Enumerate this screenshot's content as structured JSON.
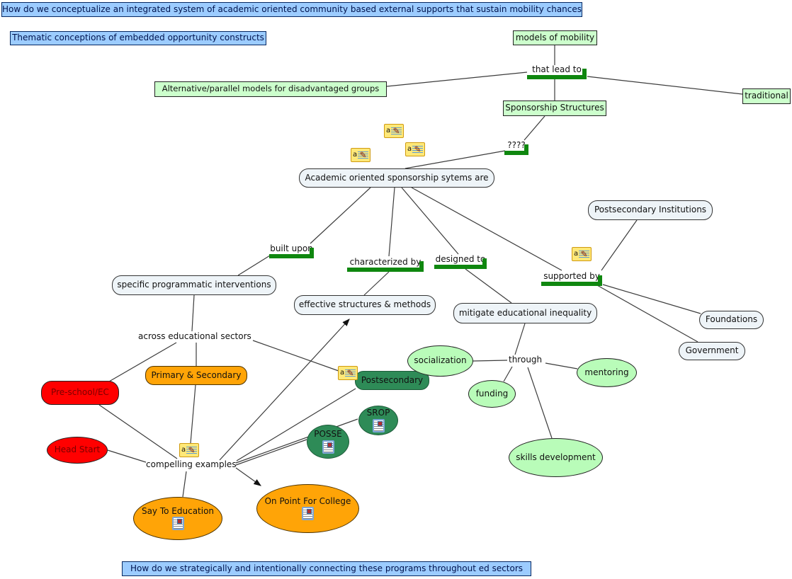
{
  "banners": {
    "top": "How do we conceptualize an integrated system of academic oriented community based external supports that sustain mobility chances",
    "bottom": "How do we strategically and intentionally connecting these programs throughout ed sectors"
  },
  "nodes": {
    "thematic": "Thematic conceptions of embedded opportunity constructs",
    "models_of_mobility": "models of mobility",
    "alternative": "Alternative/parallel models for disadvantaged groups",
    "traditional": "traditional",
    "sponsorship_structures": "Sponsorship Structures",
    "academic": "Academic oriented sponsorship sytems are",
    "postsecondary_institutions": "Postsecondary Institutions",
    "specific_programmatic": "specific programmatic interventions",
    "effective_structures": "effective structures & methods",
    "mitigate": "mitigate educational inequality",
    "foundations": "Foundations",
    "government": "Government",
    "pre_school": "Pre-school/EC",
    "primary_secondary": "Primary & Secondary",
    "head_start": "Head Start",
    "postsecondary": "Postsecondary",
    "srop": "SROP",
    "posse": "POSSE",
    "socialization": "socialization",
    "funding": "funding",
    "mentoring": "mentoring",
    "skills_development": "skills development",
    "say_to_education": "Say To Education",
    "on_point": "On Point For College"
  },
  "linking_phrases": {
    "that_lead_to": "that lead to",
    "unknown": "????",
    "built_upon": "built upon",
    "characterized_by": "characterized by",
    "designed_to": "designed to",
    "supported_by": "supported by",
    "across_sectors": "across educational sectors",
    "compelling_examples": "compelling examples",
    "through": "through"
  },
  "icons": {
    "annotation_letter": "a",
    "annotation_pencil": "✎"
  },
  "colors": {
    "banner_fill": "#9cccff",
    "banner_text": "#00134d",
    "light_green_fill": "#ccffcc",
    "pale_green_fill": "#b9fcb9",
    "dark_green_fill": "#2e8b57",
    "orange_fill": "#ffa407",
    "red_fill": "#ff0000",
    "red_text": "#7a0000",
    "white_node_fill": "#eef4f8",
    "underline_green": "#0f870f",
    "line_color": "#3c3c3c"
  }
}
